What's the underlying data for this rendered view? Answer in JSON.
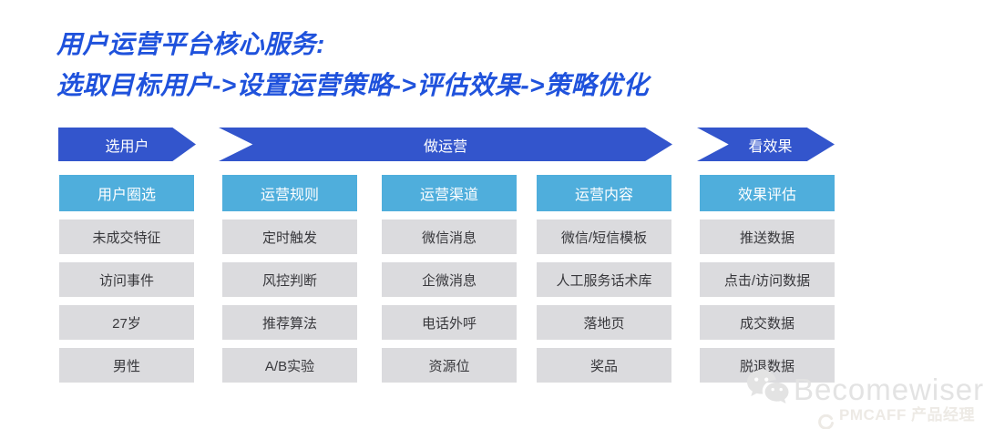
{
  "title": {
    "line1": "用户运营平台核心服务:",
    "line2": "选取目标用户->设置运营策略->评估效果->策略优化"
  },
  "stages": [
    {
      "label": "选用户"
    },
    {
      "label": "做运营"
    },
    {
      "label": "看效果"
    }
  ],
  "columns": [
    {
      "header": "用户圈选",
      "cells": [
        "未成交特征",
        "访问事件",
        "27岁",
        "男性"
      ]
    },
    {
      "header": "运营规则",
      "cells": [
        "定时触发",
        "风控判断",
        "推荐算法",
        "A/B实验"
      ]
    },
    {
      "header": "运营渠道",
      "cells": [
        "微信消息",
        "企微消息",
        "电话外呼",
        "资源位"
      ]
    },
    {
      "header": "运营内容",
      "cells": [
        "微信/短信模板",
        "人工服务话术库",
        "落地页",
        "奖品"
      ]
    },
    {
      "header": "效果评估",
      "cells": [
        "推送数据",
        "点击/访问数据",
        "成交数据",
        "脱退数据"
      ]
    }
  ],
  "watermark": {
    "brand": "Becomewiser",
    "community": "PMCAFF 产品经理社区",
    "brand_icon": "wechat-icon",
    "community_icon": "pmcaff-ring-icon"
  },
  "colors": {
    "title_blue": "#1f52dc",
    "arrow_blue": "#3355cc",
    "header_cyan": "#4faedc",
    "cell_gray": "#dbdbde",
    "cell_text": "#38383c"
  }
}
